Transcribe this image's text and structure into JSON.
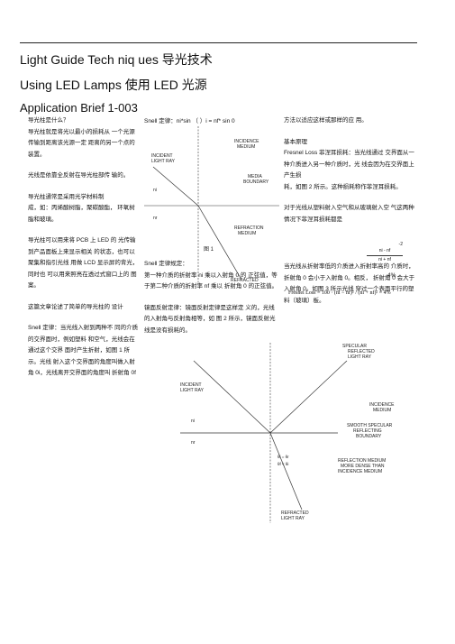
{
  "header": {
    "title_line1": "Light Guide Tech niq ues   导光技术",
    "title_line2": "Using LED Lamps 使用  LED 光源",
    "title_line3": "Application Brief 1-003"
  },
  "col1": {
    "p1": "导光柱是什么？\n导光柱就是将光以最小的损耗从  一个光源传输到距离该光源一定  距离的另一个点的装置。",
    "p2": "光线是依靠全反射在导光柱部传  输的。",
    "p3": "导光柱通常是采用光学材料制\n成，如：丙烯酸树脂，聚碳酸酯，  环氧树脂和玻璃。",
    "p4": "导光柱可以用来将  PCB 上 LED 的  光传输到产品面板上来显示相关  的状态，也可以聚集和指引光线  用做 LCD 显示屏的背光，同时也  可以用来照亮在透过式窗口上的  图案。",
    "p5": "这篇文章论述了简单的导光柱的  设计",
    "p6": "Snell 定律：当光线入射到两种不  同的介质的交界面时，例如塑料  和空气，光线会在通过这个交界  面时产生折射，如图 1 所示。光线  射入这个交界面的角度叫做入射  角 0i，光线离开交界面的角度叫  折射角 0f"
  },
  "col2": {
    "snell_formula": "Snell 定律：ni*sin （ ）i = nf* sin 0",
    "p1": "Snell 定律规定：\n第一种介质的折射率  ni 乘以入射角 0 的  正弦值，等于第二种介质的折射率  nf 乘以  折射角 0 的正弦值。",
    "p2": "镜面反射定律：镜面反射定律是这样定  义的，光线的入射角与反射角相等，如  图 2 所示，镜面反射光线是没有损耗的。"
  },
  "col3": {
    "p1": "方法以适应这样或那样的应  用。",
    "p2": "基本原理\nFresnel Loss     菲涅耳损耗：当光线通过  交界面从一种介质进入另一种介质时，光  线会因为在交界面上产生损\n耗，如图 2 所示。这种损耗称作菲涅耳损耗。",
    "p3": "对于光线从塑料射入空气和从玻璃射入空  气这两种情况下菲涅耳损耗都是",
    "formula_top": "-2",
    "formula_num": "ni - nf",
    "formula_den": "ni + nf",
    "question": "气这两种情况下菲涅耳损耗都是",
    "percent": "4%",
    "fresnel_eq": "Fresnel Loss = 100 · (ni − nf)² / (ni + nf)² = 4%",
    "p4": "当光线从折射率低的介质进入折射率高的  介质时，折射角 0 会小于入射角 0。相反，  折射角 0 会大于入射角  0。如图 3 所示光线  穿过一个表面平行的塑料（玻璃）板。"
  },
  "fig1": {
    "incidence_medium": "INCIDENCE\nMEDIUM",
    "incident_light_ray": "INCIDENT\nLIGHT RAY",
    "media_boundary": "MEDIA\nBOUNDARY",
    "ni": "ni",
    "nr": "nr",
    "refraction_medium": "REFRACTION\nMEDIUM",
    "caption": "图 1",
    "refracted": "REFRACTED"
  },
  "fig2": {
    "specular_reflected": "SPECULAR\nREFLECTED\nLIGHT RAY",
    "incidence_medium": "INCIDENCE\nMEDIUM",
    "incident_light_ray": "INCIDENT\nLIGHT RAY",
    "boundary": "SMOOTH SPECULAR\nREFLECTING\nBOUNDARY",
    "refraction_medium": "REFLECTION MEDIUM\nMORE DENSE THAN\nINCIDENCE MEDIUM",
    "refracted": "REFRACTED\nLIGHT RAY",
    "ni": "ni",
    "nr": "nr",
    "angle_eq1": "θi = θr",
    "angle_eq2": "θf < θi"
  }
}
